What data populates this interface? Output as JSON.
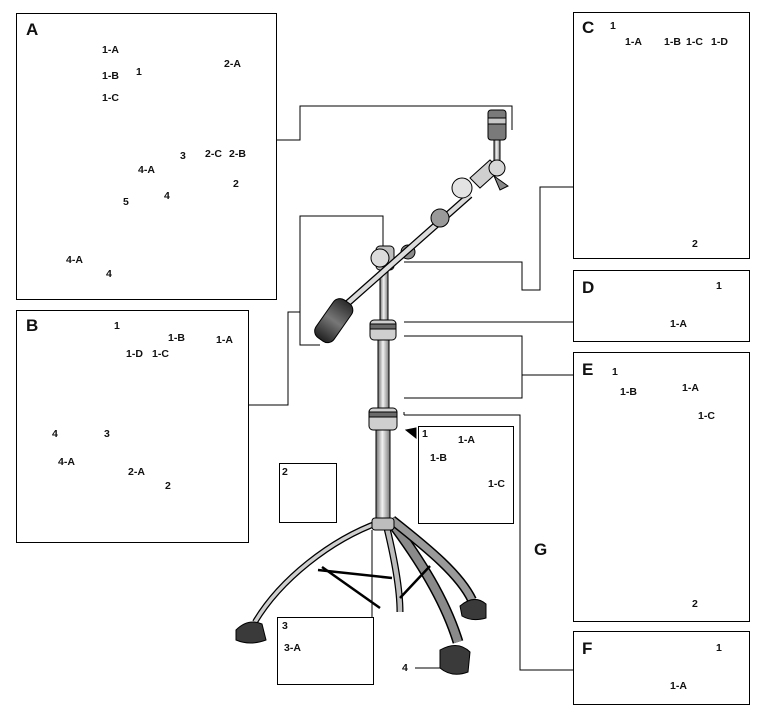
{
  "panels": {
    "A": {
      "title": "A",
      "labels": {
        "p1": "1",
        "p1A": "1-A",
        "p1B": "1-B",
        "p1C": "1-C",
        "p2A": "2-A",
        "p2B": "2-B",
        "p2C": "2-C",
        "p2": "2",
        "p3": "3",
        "p4A_top": "4-A",
        "p4_top": "4",
        "p5": "5",
        "p4A_bot": "4-A",
        "p4_bot": "4"
      }
    },
    "B": {
      "title": "B",
      "labels": {
        "p1": "1",
        "p1D": "1-D",
        "p1C": "1-C",
        "p1B": "1-B",
        "p1A": "1-A",
        "p3": "3",
        "p4": "4",
        "p4A": "4-A",
        "p2A": "2-A",
        "p2": "2"
      }
    },
    "C": {
      "title": "C",
      "labels": {
        "p1": "1",
        "p1A": "1-A",
        "p1B": "1-B",
        "p1C": "1-C",
        "p1D": "1-D",
        "p2": "2"
      }
    },
    "D": {
      "title": "D",
      "labels": {
        "p1": "1",
        "p1A": "1-A"
      }
    },
    "E": {
      "title": "E",
      "labels": {
        "p1": "1",
        "p1A": "1-A",
        "p1B": "1-B",
        "p1C": "1-C",
        "p2": "2"
      }
    },
    "F": {
      "title": "F",
      "labels": {
        "p1": "1",
        "p1A": "1-A"
      }
    },
    "G": {
      "title": "G",
      "labels": {
        "p1": "1",
        "p1A": "1-A",
        "p1B": "1-B",
        "p1C": "1-C",
        "p2": "2",
        "p3": "3",
        "p3A": "3-A",
        "p4": "4"
      }
    }
  },
  "colors": {
    "line": "#000000",
    "metal_dark": "#3a3a3a",
    "metal_mid": "#8a8a8a",
    "metal_light": "#d8d8d8",
    "rubber": "#4a4a4a"
  }
}
